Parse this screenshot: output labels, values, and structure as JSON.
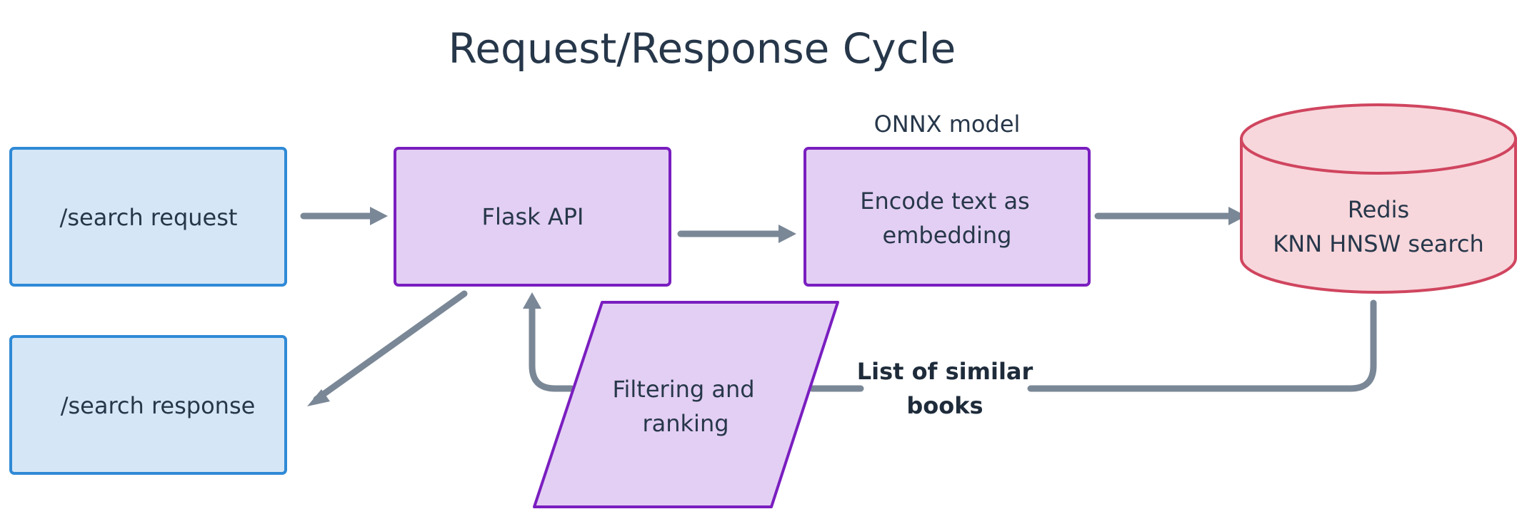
{
  "title": "Request/Response Cycle",
  "nodes": {
    "search_request": "/search request",
    "search_response": "/search response",
    "flask_api": "Flask API",
    "encode": {
      "line1": "Encode text as",
      "line2": "embedding"
    },
    "onnx_label": "ONNX model",
    "redis": {
      "line1": "Redis",
      "line2": "KNN HNSW search"
    },
    "filtering": {
      "line1": "Filtering and",
      "line2": "ranking"
    }
  },
  "edges": {
    "similar_books": {
      "line1": "List of similar",
      "line2": "books"
    }
  },
  "colors": {
    "request_fill": "#d5e6f6",
    "request_stroke": "#2f8ad6",
    "process_fill": "#e3cff3",
    "process_stroke": "#7a1ec0",
    "store_fill": "#f7d7dc",
    "store_stroke": "#d0455f",
    "arrow": "#7a8796"
  }
}
